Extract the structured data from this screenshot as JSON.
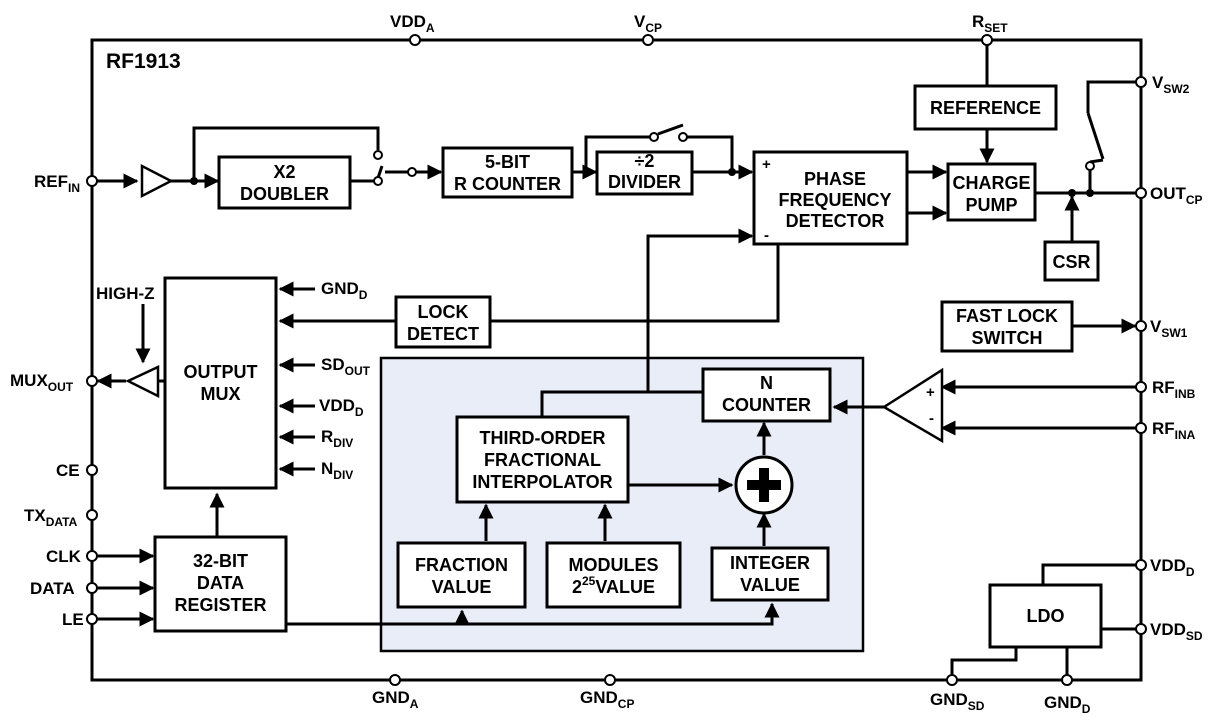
{
  "chip_name": "RF1913",
  "pins": {
    "vdd_a": {
      "main": "VDD",
      "sub": "A"
    },
    "v_cp": {
      "main": "V",
      "sub": "CP"
    },
    "r_set": {
      "main": "R",
      "sub": "SET"
    },
    "v_sw2": {
      "main": "V",
      "sub": "SW2"
    },
    "ref_in": {
      "main": "REF",
      "sub": "IN"
    },
    "out_cp": {
      "main": "OUT",
      "sub": "CP"
    },
    "high_z": {
      "main": "HIGH-Z",
      "sub": ""
    },
    "gnd_d_mux": {
      "main": "GND",
      "sub": "D"
    },
    "sd_out": {
      "main": "SD",
      "sub": "OUT"
    },
    "vdd_d_mux": {
      "main": "VDD",
      "sub": "D"
    },
    "r_div": {
      "main": "R",
      "sub": "DIV"
    },
    "n_div": {
      "main": "N",
      "sub": "DIV"
    },
    "mux_out": {
      "main": "MUX",
      "sub": "OUT"
    },
    "ce": {
      "main": "CE",
      "sub": ""
    },
    "tx_data": {
      "main": "TX",
      "sub": "DATA"
    },
    "clk": {
      "main": "CLK",
      "sub": ""
    },
    "data": {
      "main": "DATA",
      "sub": ""
    },
    "le": {
      "main": "LE",
      "sub": ""
    },
    "v_sw1": {
      "main": "V",
      "sub": "SW1"
    },
    "rf_inb": {
      "main": "RF",
      "sub": "INB"
    },
    "rf_ina": {
      "main": "RF",
      "sub": "INA"
    },
    "vdd_d_right": {
      "main": "VDD",
      "sub": "D"
    },
    "vdd_sd": {
      "main": "VDD",
      "sub": "SD"
    },
    "gnd_a": {
      "main": "GND",
      "sub": "A"
    },
    "gnd_cp": {
      "main": "GND",
      "sub": "CP"
    },
    "gnd_sd": {
      "main": "GND",
      "sub": "SD"
    },
    "gnd_d_bottom": {
      "main": "GND",
      "sub": "D"
    }
  },
  "blocks": {
    "x2_doubler": [
      "X2",
      "DOUBLER"
    ],
    "r_counter": [
      "5-BIT",
      "R COUNTER"
    ],
    "divider": [
      "÷2",
      "DIVIDER"
    ],
    "pfd": [
      "PHASE",
      "FREQUENCY",
      "DETECTOR"
    ],
    "reference": [
      "REFERENCE"
    ],
    "charge_pump": [
      "CHARGE",
      "PUMP"
    ],
    "csr": [
      "CSR"
    ],
    "output_mux": [
      "OUTPUT",
      "MUX"
    ],
    "lock_detect": [
      "LOCK",
      "DETECT"
    ],
    "fast_lock": [
      "FAST LOCK",
      "SWITCH"
    ],
    "n_counter": [
      "N",
      "COUNTER"
    ],
    "interpolator": [
      "THIRD-ORDER",
      "FRACTIONAL",
      "INTERPOLATOR"
    ],
    "fraction_value": [
      "FRACTION",
      "VALUE"
    ],
    "modules_value": {
      "pre": "MODULES",
      "base": "2",
      "exp": "25",
      "post": "VALUE"
    },
    "integer_value": [
      "INTEGER",
      "VALUE"
    ],
    "data_register": [
      "32-BIT",
      "DATA",
      "REGISTER"
    ],
    "ldo": [
      "LDO"
    ]
  },
  "pfd_inputs": {
    "plus": "+",
    "minus": "-"
  },
  "amp_inputs": {
    "plus": "+",
    "minus": "-"
  },
  "colors": {
    "fractional_region": "#e8edf7",
    "line": "#000000"
  }
}
